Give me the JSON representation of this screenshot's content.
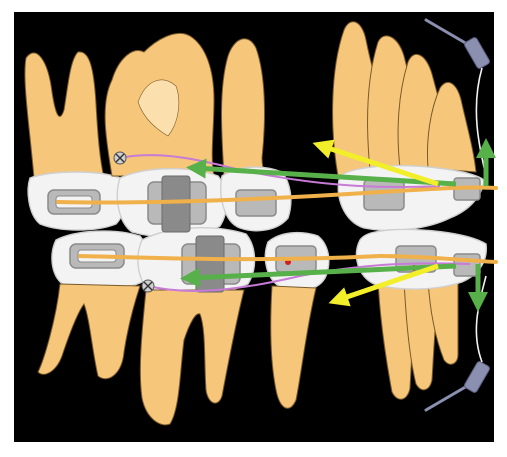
{
  "colors": {
    "background": "#000000",
    "frame": "#ffffff",
    "tooth_fill": "#f6c77a",
    "tooth_fill_light": "#fbe0ae",
    "tooth_stroke": "#7a5a2a",
    "crown_fill": "#f3f3f3",
    "crown_shadow": "#cfcfcf",
    "bracket_fill": "#b9b9b9",
    "bracket_dark": "#8a8a8a",
    "archwire": "#f0b04a",
    "ligature": "#c77ad6",
    "green_arrow": "#58b04a",
    "yellow_arrow": "#f3ee2a",
    "miniscrew": "#8b8fb0",
    "marker_red": "#d11f1f"
  },
  "figure": {
    "elements": [
      "upper-molar",
      "upper-premolar",
      "upper-canine",
      "upper-incisors",
      "lower-molar",
      "lower-premolar",
      "lower-canine",
      "lower-incisors",
      "upper-archwire",
      "lower-archwire",
      "upper-miniscrew",
      "lower-miniscrew",
      "green-force-arrows",
      "yellow-movement-arrows"
    ]
  }
}
